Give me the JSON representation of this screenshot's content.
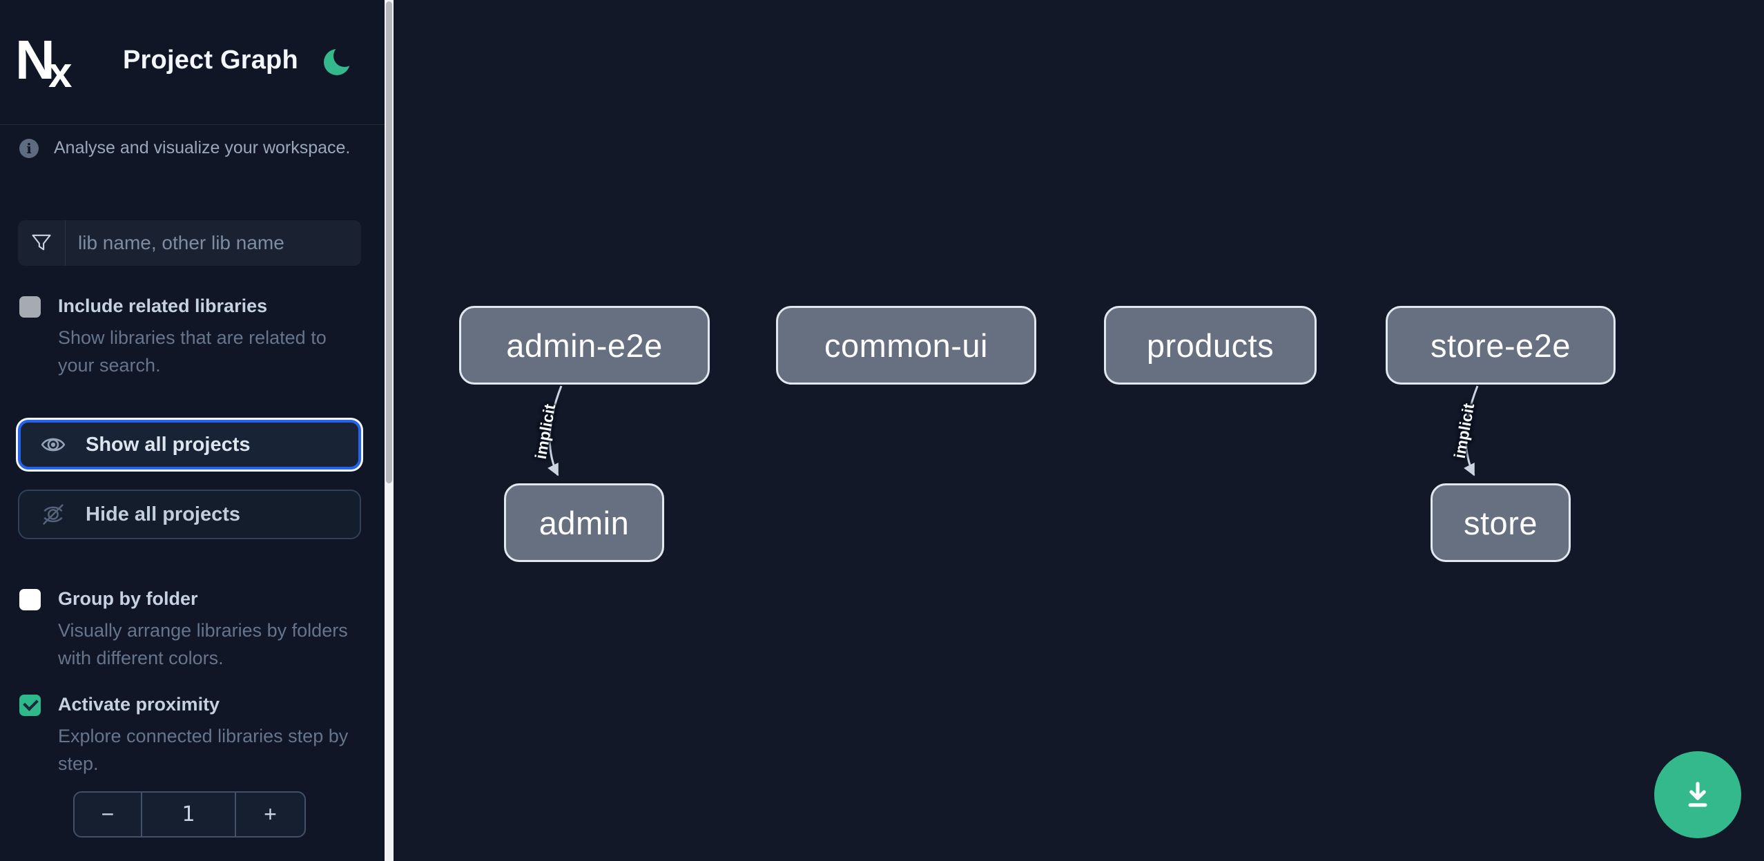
{
  "header": {
    "title": "Project Graph"
  },
  "sidebar": {
    "tagline": "Analyse and visualize your workspace.",
    "info_icon_glyph": "i",
    "search": {
      "placeholder": "lib name, other lib name"
    },
    "include_related": {
      "label": "Include related libraries",
      "description": "Show libraries that are related to your search.",
      "checked": false
    },
    "show_all_label": "Show all projects",
    "hide_all_label": "Hide all projects",
    "group_by_folder": {
      "label": "Group by folder",
      "description": "Visually arrange libraries by folders with different colors.",
      "checked": false
    },
    "activate_proximity": {
      "label": "Activate proximity",
      "description": "Explore connected libraries step by step.",
      "checked": true
    },
    "stepper": {
      "decrement": "−",
      "value": "1",
      "increment": "+"
    }
  },
  "graph": {
    "nodes": [
      {
        "id": "admin-e2e",
        "label": "admin-e2e"
      },
      {
        "id": "common-ui",
        "label": "common-ui"
      },
      {
        "id": "products",
        "label": "products"
      },
      {
        "id": "store-e2e",
        "label": "store-e2e"
      },
      {
        "id": "admin",
        "label": "admin"
      },
      {
        "id": "store",
        "label": "store"
      }
    ],
    "edges": [
      {
        "source": "admin-e2e",
        "target": "admin",
        "label": "implicit"
      },
      {
        "source": "store-e2e",
        "target": "store",
        "label": "implicit"
      }
    ]
  },
  "colors": {
    "accent_green": "#34b98d",
    "focus_blue": "#2563eb",
    "node_fill": "#667080",
    "node_border": "#e2e8f0",
    "edge": "#cbd5e1",
    "sidebar_bg": "#101625",
    "canvas_bg": "#121827"
  }
}
